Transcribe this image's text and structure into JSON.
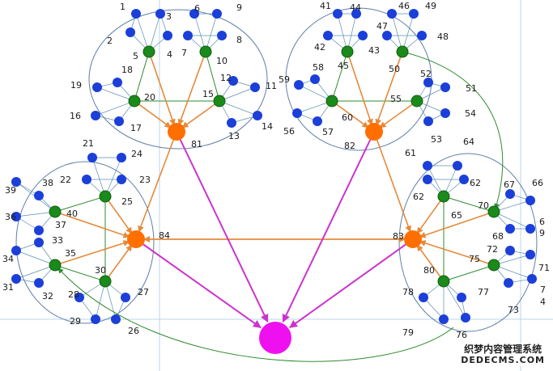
{
  "watermark": {
    "line1": "织梦内容管理系统",
    "line2": "DEDECMS.COM"
  },
  "colors": {
    "blue": "#1b3fd8",
    "green": "#1a8a1a",
    "green_edge": "#2e8b2e",
    "orange": "#ff6f00",
    "orange_edge": "#e58a3a",
    "magenta": "#ee10ee",
    "magenta_edge": "#cc33cc",
    "thin": "#5a8fb0",
    "cluster": "#5f7fa8",
    "grid": "#b8d6ee"
  },
  "diagram": {
    "groups": [
      "1",
      "2",
      "3",
      "4"
    ],
    "top_levels": [
      "1",
      "2",
      "3",
      "4"
    ],
    "clusters": [
      "1",
      "2",
      "3",
      "4"
    ],
    "edges": {
      "blue_to_green": "thin",
      "green_to_green": "green",
      "green_to_orange": "orange",
      "orange_to_orange": "orange",
      "orange_to_magenta": "magenta",
      "cross_cluster": [
        "2.3→4.3",
        "3.4→4.4"
      ]
    }
  },
  "labels": [
    {
      "t": "1"
    },
    {
      "t": "2"
    },
    {
      "t": "3"
    },
    {
      "t": "4"
    },
    {
      "t": "5"
    },
    {
      "t": "6"
    },
    {
      "t": "7"
    },
    {
      "t": "8"
    },
    {
      "t": "9"
    },
    {
      "t": "10"
    },
    {
      "t": "11"
    },
    {
      "t": "12"
    },
    {
      "t": "13"
    },
    {
      "t": "14"
    },
    {
      "t": "15"
    },
    {
      "t": "16"
    },
    {
      "t": "17"
    },
    {
      "t": "18"
    },
    {
      "t": "19"
    },
    {
      "t": "20"
    },
    {
      "t": "21"
    },
    {
      "t": "22"
    },
    {
      "t": "23"
    },
    {
      "t": "24"
    },
    {
      "t": "25"
    },
    {
      "t": "26"
    },
    {
      "t": "27"
    },
    {
      "t": "28"
    },
    {
      "t": "29"
    },
    {
      "t": "30"
    },
    {
      "t": "31"
    },
    {
      "t": "32"
    },
    {
      "t": "33"
    },
    {
      "t": "34"
    },
    {
      "t": "35"
    },
    {
      "t": "36"
    },
    {
      "t": "37"
    },
    {
      "t": "38"
    },
    {
      "t": "39"
    },
    {
      "t": "40"
    },
    {
      "t": "41"
    },
    {
      "t": "42"
    },
    {
      "t": "43"
    },
    {
      "t": "44"
    },
    {
      "t": "45"
    },
    {
      "t": "46"
    },
    {
      "t": "47"
    },
    {
      "t": "48"
    },
    {
      "t": "49"
    },
    {
      "t": "50"
    },
    {
      "t": "51"
    },
    {
      "t": "52"
    },
    {
      "t": "53"
    },
    {
      "t": "54"
    },
    {
      "t": "55"
    },
    {
      "t": "56"
    },
    {
      "t": "57"
    },
    {
      "t": "58"
    },
    {
      "t": "59"
    },
    {
      "t": "60"
    },
    {
      "t": "61"
    },
    {
      "t": "62"
    },
    {
      "t": "62"
    },
    {
      "t": "64"
    },
    {
      "t": "65"
    },
    {
      "t": "66"
    },
    {
      "t": "67"
    },
    {
      "t": "68"
    },
    {
      "t": "6"
    },
    {
      "t": "9"
    },
    {
      "t": "70"
    },
    {
      "t": "71"
    },
    {
      "t": "72"
    },
    {
      "t": "73"
    },
    {
      "t": "7"
    },
    {
      "t": "4"
    },
    {
      "t": "75"
    },
    {
      "t": "76"
    },
    {
      "t": "77"
    },
    {
      "t": "78"
    },
    {
      "t": "79"
    },
    {
      "t": "80"
    },
    {
      "t": "81"
    },
    {
      "t": "82"
    },
    {
      "t": "83"
    },
    {
      "t": "84"
    }
  ]
}
